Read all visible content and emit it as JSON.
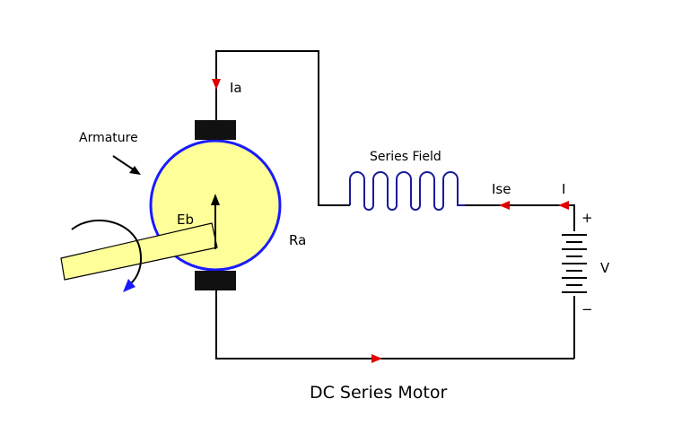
{
  "labels": {
    "armature": "Armature",
    "ia": "Ia",
    "eb": "Eb",
    "ra": "Ra",
    "series_field": "Series Field",
    "ise": "Ise",
    "i": "I",
    "plus": "+",
    "minus": "−",
    "v": "V",
    "caption": "DC Series Motor"
  },
  "colors": {
    "armature_fill": "#ffff99",
    "armature_outline": "#1a1aff",
    "coil": "#1a1a99",
    "current_arrow": "#e00000",
    "rotation_arrow": "#1a1aff",
    "wire": "#000000",
    "brush": "#111111",
    "shaft_fill": "#ffff99"
  },
  "icons": {
    "battery": "battery-icon",
    "rotation": "rotation-arrow-icon"
  }
}
